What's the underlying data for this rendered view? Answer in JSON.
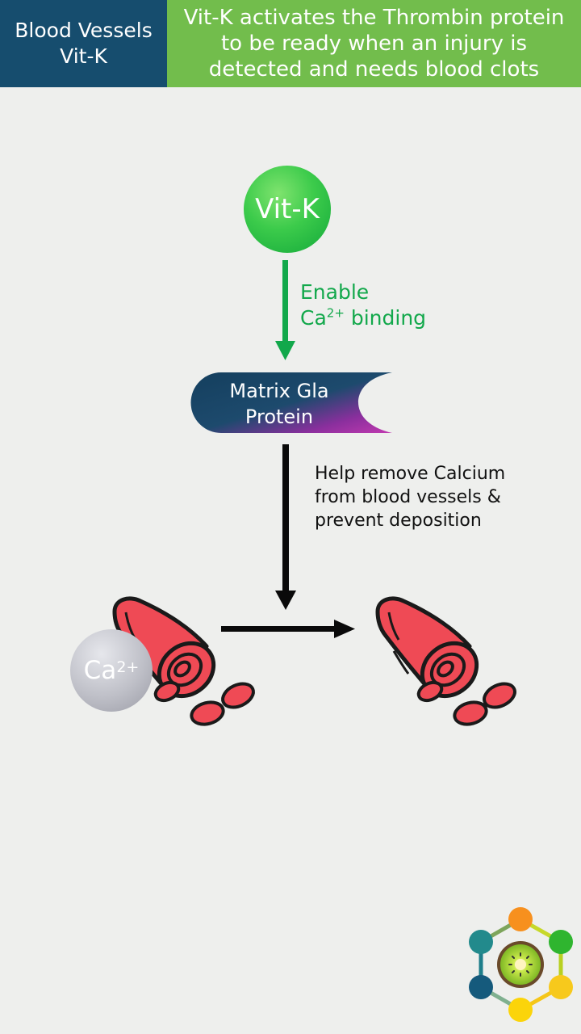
{
  "header": {
    "left_lines": [
      "Blood Vessels",
      "Vit-K"
    ],
    "right_lines": [
      "Vit-K activates the Thrombin protein",
      "to be ready when an injury is",
      "detected and needs blood clots"
    ]
  },
  "vitk": {
    "label": "Vit-K"
  },
  "step1": {
    "line1": "Enable",
    "line2_base": "Ca",
    "line2_sup": "2+",
    "line2_rest": " binding"
  },
  "protein": {
    "lines": [
      "Matrix Gla",
      "Protein"
    ]
  },
  "step2": {
    "lines": [
      "Help remove Calcium",
      "from blood vessels &",
      "prevent deposition"
    ]
  },
  "calcium": {
    "base": "Ca",
    "sup": "2+"
  },
  "colors": {
    "header_left": "#164d6e",
    "header_right": "#72bd4c",
    "green_arrow": "#12a84b",
    "vessel_red": "#ef4a55",
    "background": "#eeefed"
  },
  "icons": [
    "blood-vessel-icon",
    "kiwi-logo-icon"
  ]
}
